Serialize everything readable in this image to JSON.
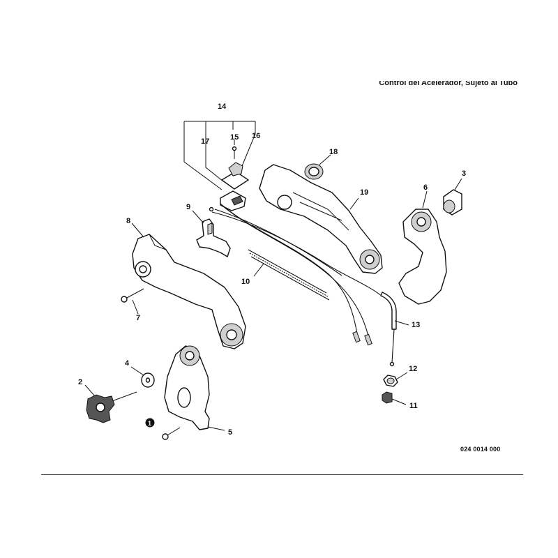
{
  "header": {
    "title": "Control del Acelerador, Sujeto al Tubo"
  },
  "footer": {
    "doc_code": "024 0014 000"
  },
  "callouts": {
    "c1": "1",
    "c2": "2",
    "c3": "3",
    "c4": "4",
    "c5": "5",
    "c6": "6",
    "c7": "7",
    "c8": "8",
    "c9": "9",
    "c10": "10",
    "c11": "11",
    "c12": "12",
    "c13": "13",
    "c14": "14",
    "c15": "15",
    "c16": "16",
    "c17": "17",
    "c18": "18",
    "c19": "19"
  }
}
